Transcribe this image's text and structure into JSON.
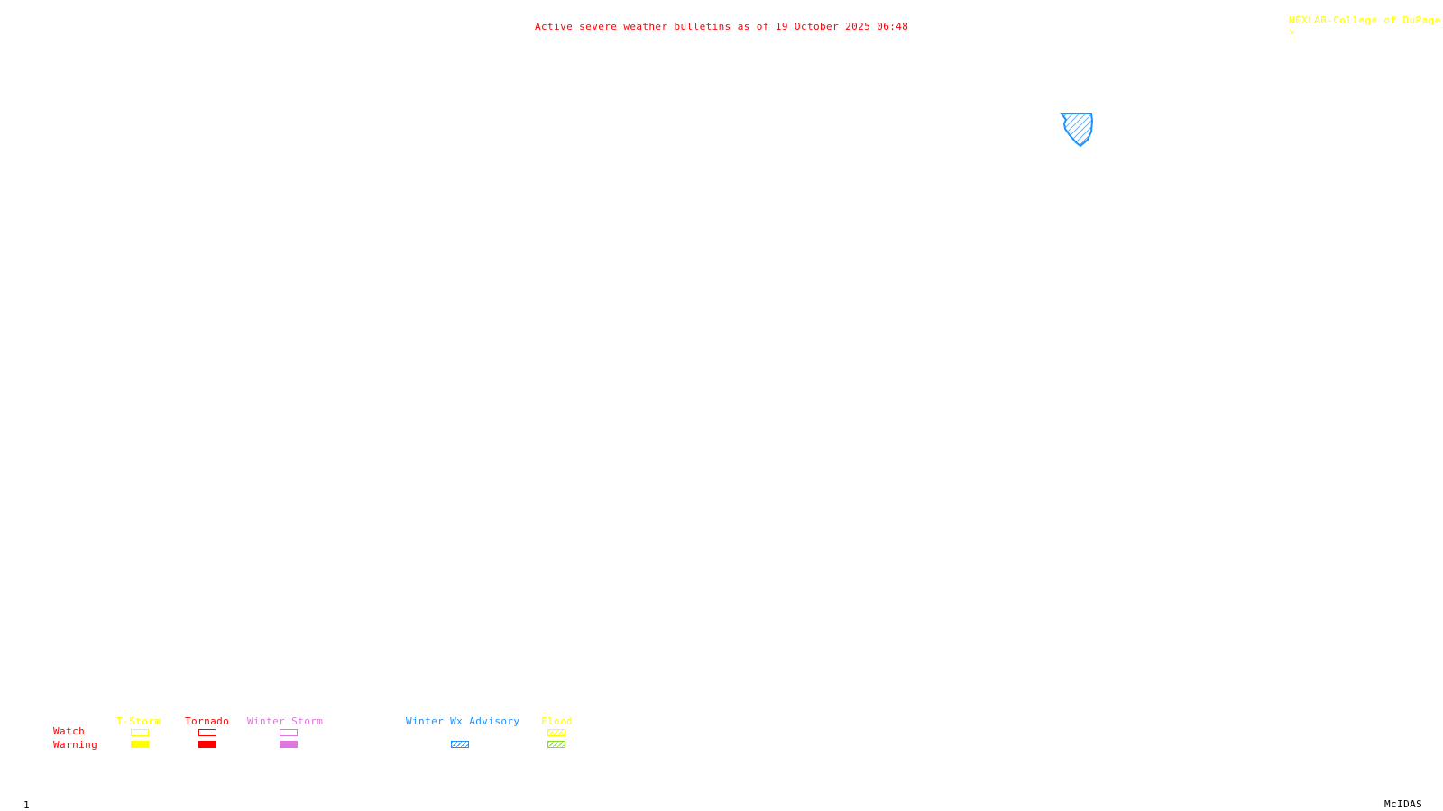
{
  "header": {
    "title": "Active severe weather bulletins as of 19 October 2025 06:48",
    "credit": "NEXLAB-College of DuPage",
    "credit_icon": "arrow-corner-icon"
  },
  "colors": {
    "title": "#ff0000",
    "credit": "#ffff00",
    "tstorm": "#ffff00",
    "tornado": "#ff0000",
    "winter_storm": "#dd77dd",
    "winter_wx_advisory": "#1e90ff",
    "flood_watch": "#ffff00",
    "flood_warning": "#88dd22",
    "rowlabel": "#ff0000"
  },
  "legend": {
    "rows": [
      "Watch",
      "Warning"
    ],
    "columns": [
      {
        "key": "tstorm",
        "label": "T-Storm",
        "watch": "outline",
        "warning": "solid"
      },
      {
        "key": "tornado",
        "label": "Tornado",
        "watch": "outline",
        "warning": "solid"
      },
      {
        "key": "winter_storm",
        "label": "Winter Storm",
        "watch": "outline",
        "warning": "solid"
      },
      {
        "key": "winter_wx_advisory",
        "label": "Winter Wx Advisory",
        "watch": null,
        "warning": "hatched"
      },
      {
        "key": "flood",
        "label": "Flood",
        "watch": "hatched",
        "warning": "hatched"
      }
    ]
  },
  "map": {
    "active_areas": [
      {
        "type": "Winter Wx Advisory",
        "fill": "hatched"
      }
    ]
  },
  "footer": {
    "frame_number": "1",
    "software": "McIDAS"
  }
}
